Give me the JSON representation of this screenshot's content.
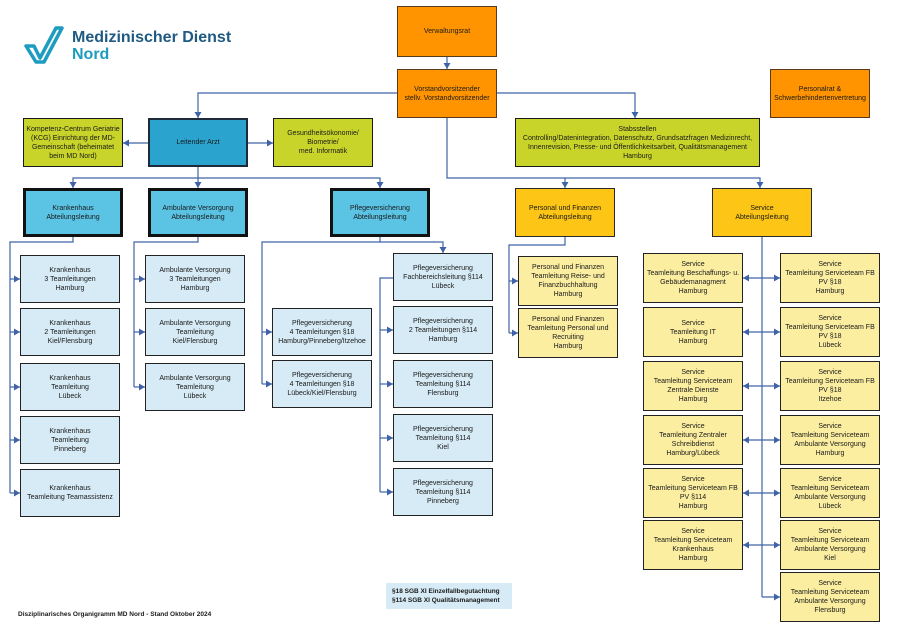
{
  "logo": {
    "line1": "Medizinischer Dienst",
    "line2": "Nord",
    "brand_color": "#1e5a82",
    "accent_color": "#1d9cc0",
    "icon": "checkmark-logo-icon"
  },
  "top": {
    "verwaltungsrat": [
      "Verwaltungsrat"
    ],
    "vorstand": [
      "Vorstandvorsitzender",
      "stellv. Vorstandvorsitzender"
    ],
    "personalrat": [
      "Personalrat &",
      "Schwerbehindertenvertretung"
    ]
  },
  "staff": {
    "kcg": [
      "Kompetenz-Centrum Geriatrie",
      "(KCG) Einrichtung der MD-",
      "Gemeinschaft (beheimatet",
      "beim MD Nord)"
    ],
    "leitender_arzt": [
      "Leitender Arzt"
    ],
    "gesundheit": [
      "Gesundheitsökonomie/",
      "Biometrie/",
      "med. Informatik"
    ],
    "stabsstellen": [
      "Stabsstellen",
      "Controlling/Datenintegration, Datenschutz, Grundsatzfragen Medizinrecht,",
      "Innenrevision, Presse- und Öffentlichkeitsarbeit, Qualitätsmanagement",
      "Hamburg"
    ]
  },
  "departments": {
    "krankenhaus": {
      "head": [
        "Krankenhaus",
        "Abteilungsleitung"
      ],
      "teams": [
        [
          "Krankenhaus",
          "3 Teamleitungen",
          "Hamburg"
        ],
        [
          "Krankenhaus",
          "2 Teamleitungen",
          "Kiel/Flensburg"
        ],
        [
          "Krankenhaus",
          "Teamleitung",
          "Lübeck"
        ],
        [
          "Krankenhaus",
          "Teamleitung",
          "Pinneberg"
        ],
        [
          "Krankenhaus",
          "Teamleitung Teamassistenz"
        ]
      ]
    },
    "ambulant": {
      "head": [
        "Ambulante Versorgung",
        "Abteilungsleitung"
      ],
      "teams": [
        [
          "Ambulante Versorgung",
          "3 Teamleitungen",
          "Hamburg"
        ],
        [
          "Ambulante Versorgung",
          "Teamleitung",
          "Kiel/Flensburg"
        ],
        [
          "Ambulante Versorgung",
          "Teamleitung",
          "Lübeck"
        ]
      ]
    },
    "pflege": {
      "head": [
        "Pflegeversicherung",
        "Abteilungsleitung"
      ],
      "teams_left": [
        [
          "Pflegeversicherung",
          "4 Teamleitungen §18",
          "Hamburg/Pinneberg/Itzehoe"
        ],
        [
          "Pflegeversicherung",
          "4 Teamleitungen §18",
          "Lübeck/Kiel/Flensburg"
        ]
      ],
      "teams_right": [
        [
          "Pflegeversicherung",
          "Fachbereichsleitung §114",
          "Lübeck"
        ],
        [
          "Pflegeversicherung",
          "2 Teamleitungen §114",
          "Hamburg"
        ],
        [
          "Pflegeversicherung",
          "Teamleitung §114",
          "Flensburg"
        ],
        [
          "Pflegeversicherung",
          "Teamleitung §114",
          "Kiel"
        ],
        [
          "Pflegeversicherung",
          "Teamleitung  §114",
          "Pinneberg"
        ]
      ]
    },
    "personal": {
      "head": [
        "Personal und Finanzen",
        "Abteilungsleitung"
      ],
      "teams": [
        [
          "Personal und Finanzen",
          "Teamleitung Reise- und",
          "Finanzbuchhaltung",
          "Hamburg"
        ],
        [
          "Personal und Finanzen",
          "Teamleitung Personal und",
          "Recruiting",
          "Hamburg"
        ]
      ]
    },
    "service": {
      "head": [
        "Service",
        "Abteilungsleitung"
      ],
      "teams_left": [
        [
          "Service",
          "Teamleitung Beschaffungs- u.",
          "Gebäudemanagment",
          "Hamburg"
        ],
        [
          "Service",
          "Teamleitung IT",
          "Hamburg"
        ],
        [
          "Service",
          "Teamleitung Serviceteam",
          "Zentrale Dienste",
          "Hamburg"
        ],
        [
          "Service",
          "Teamleitung Zentraler",
          "Schreibdienst",
          "Hamburg/Lübeck"
        ],
        [
          "Service",
          "Teamleitung Serviceteam FB",
          "PV §114",
          "Hamburg"
        ],
        [
          "Service",
          "Teamleitung Serviceteam",
          "Krankenhaus",
          "Hamburg"
        ]
      ],
      "teams_right": [
        [
          "Service",
          "Teamleitung Serviceteam FB",
          "PV §18",
          "Hamburg"
        ],
        [
          "Service",
          "Teamleitung Serviceteam FB",
          "PV §18",
          "Lübeck"
        ],
        [
          "Service",
          "Teamleitung Serviceteam FB",
          "PV §18",
          "Itzehoe"
        ],
        [
          "Service",
          "Teamleitung Serviceteam",
          "Ambulante Versorgung",
          "Hamburg"
        ],
        [
          "Service",
          "Teamleitung Serviceteam",
          "Ambulante Versorgung",
          "Lübeck"
        ],
        [
          "Service",
          "Teamleitung Serviceteam",
          "Ambulante Versorgung",
          "Kiel"
        ],
        [
          "Service",
          "Teamleitung Serviceteam",
          "Ambulante Versorgung",
          "Flensburg"
        ]
      ]
    }
  },
  "legend": [
    "§18 SGB XI Einzelfallbegutachtung",
    "§114 SGB XI Qualitätsmanagement"
  ],
  "footer": "Disziplinarisches Organigramm MD Nord - Stand Oktober  2024",
  "colors": {
    "orange": "#ff9400",
    "lime": "#c8d42a",
    "teal": "#2aa3cf",
    "blue_head": "#5bc3e4",
    "light_blue": "#d6ebf5",
    "gold": "#fdc515",
    "light_yellow": "#fbeea0",
    "connector": "#3f63a8"
  }
}
